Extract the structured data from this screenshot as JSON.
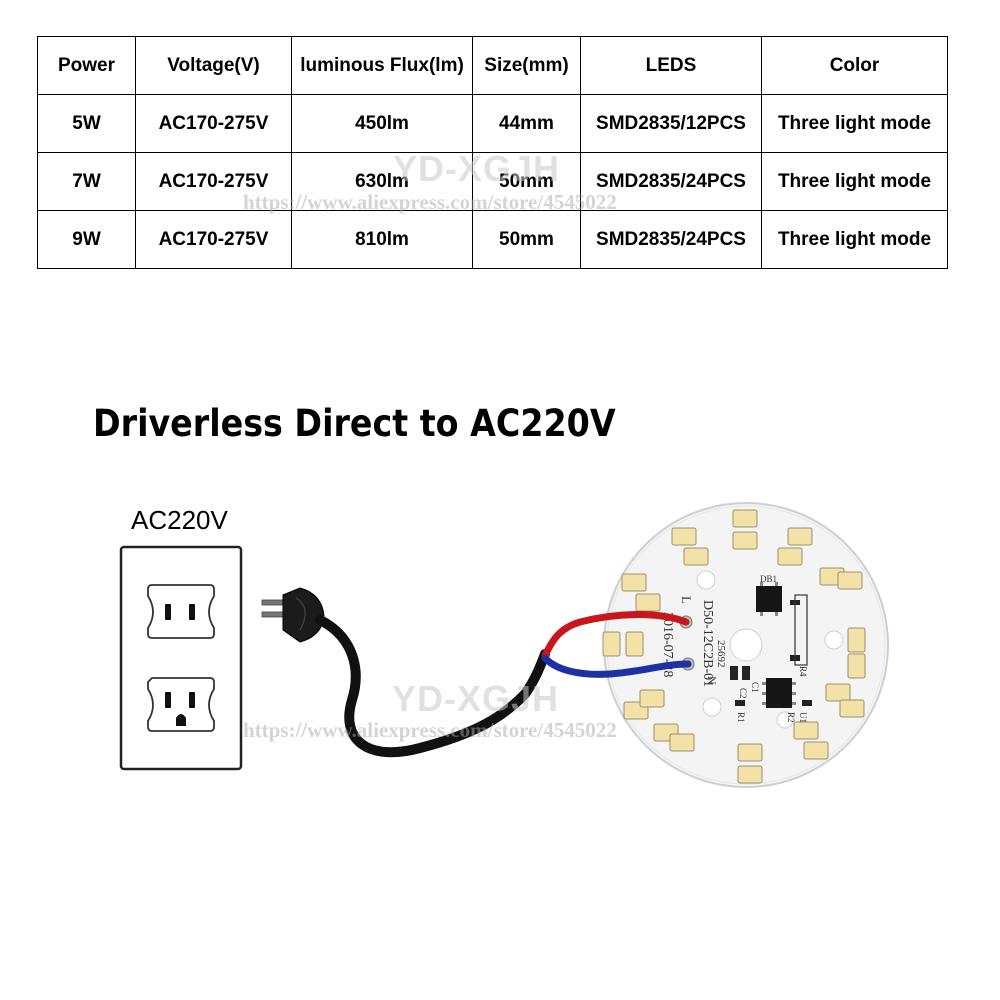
{
  "table": {
    "headers": [
      "Power",
      "Voltage(V)",
      "luminous Flux(lm)",
      "Size(mm)",
      "LEDS",
      "Color"
    ],
    "rows": [
      [
        "5W",
        "AC170-275V",
        "450lm",
        "44mm",
        "SMD2835/12PCS",
        "Three light mode"
      ],
      [
        "7W",
        "AC170-275V",
        "630lm",
        "50mm",
        "SMD2835/24PCS",
        "Three light mode"
      ],
      [
        "9W",
        "AC170-275V",
        "810lm",
        "50mm",
        "SMD2835/24PCS",
        "Three light mode"
      ]
    ]
  },
  "headline": "Driverless Direct to AC220V",
  "outlet_label": "AC220V",
  "watermark": {
    "brand": "YD-XGJH",
    "url": "https://www.aliexpress.com/store/4545022"
  },
  "pcb": {
    "model": "D50-12C2B-01",
    "date": "2016-07-28",
    "code": "25692",
    "terminal_live": "L",
    "terminal_neutral": "N",
    "part_labels": [
      "DB1",
      "R4",
      "U1",
      "R2",
      "R1",
      "C1",
      "C2"
    ]
  },
  "colors": {
    "wire_live": "#c8161d",
    "wire_neutral": "#1f2fa6",
    "cord": "#111111",
    "pcb": "#f4f4f4",
    "led_pad": "#f2e2a8"
  }
}
